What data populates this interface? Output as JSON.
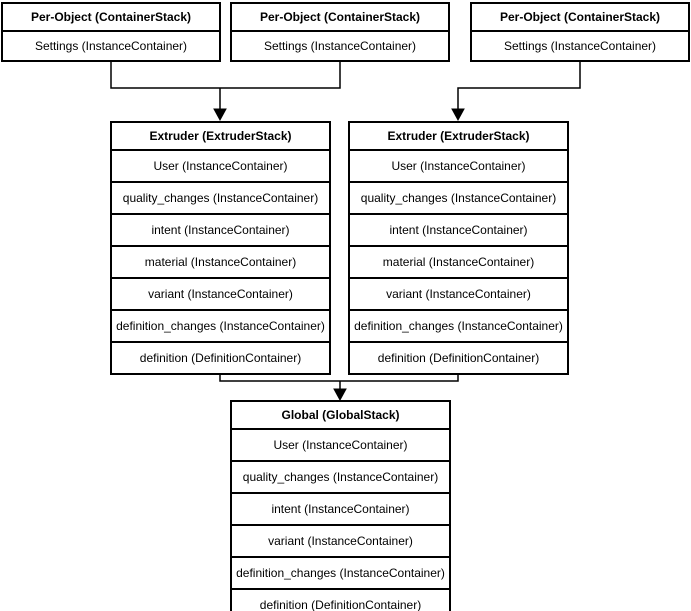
{
  "colors": {
    "stroke": "#000000",
    "background": "#ffffff",
    "text": "#000000"
  },
  "stacks": {
    "per_object": [
      {
        "title": "Per-Object (ContainerStack)",
        "rows": [
          "Settings (InstanceContainer)"
        ]
      },
      {
        "title": "Per-Object (ContainerStack)",
        "rows": [
          "Settings (InstanceContainer)"
        ]
      },
      {
        "title": "Per-Object (ContainerStack)",
        "rows": [
          "Settings (InstanceContainer)"
        ]
      }
    ],
    "extruder": [
      {
        "title": "Extruder (ExtruderStack)",
        "rows": [
          "User (InstanceContainer)",
          "quality_changes (InstanceContainer)",
          "intent (InstanceContainer)",
          "material (InstanceContainer)",
          "variant (InstanceContainer)",
          "definition_changes (InstanceContainer)",
          "definition (DefinitionContainer)"
        ]
      },
      {
        "title": "Extruder (ExtruderStack)",
        "rows": [
          "User (InstanceContainer)",
          "quality_changes (InstanceContainer)",
          "intent (InstanceContainer)",
          "material (InstanceContainer)",
          "variant (InstanceContainer)",
          "definition_changes (InstanceContainer)",
          "definition (DefinitionContainer)"
        ]
      }
    ],
    "global": {
      "title": "Global (GlobalStack)",
      "rows": [
        "User (InstanceContainer)",
        "quality_changes (InstanceContainer)",
        "intent (InstanceContainer)",
        "variant (InstanceContainer)",
        "definition_changes (InstanceContainer)",
        "definition (DefinitionContainer)"
      ]
    }
  }
}
